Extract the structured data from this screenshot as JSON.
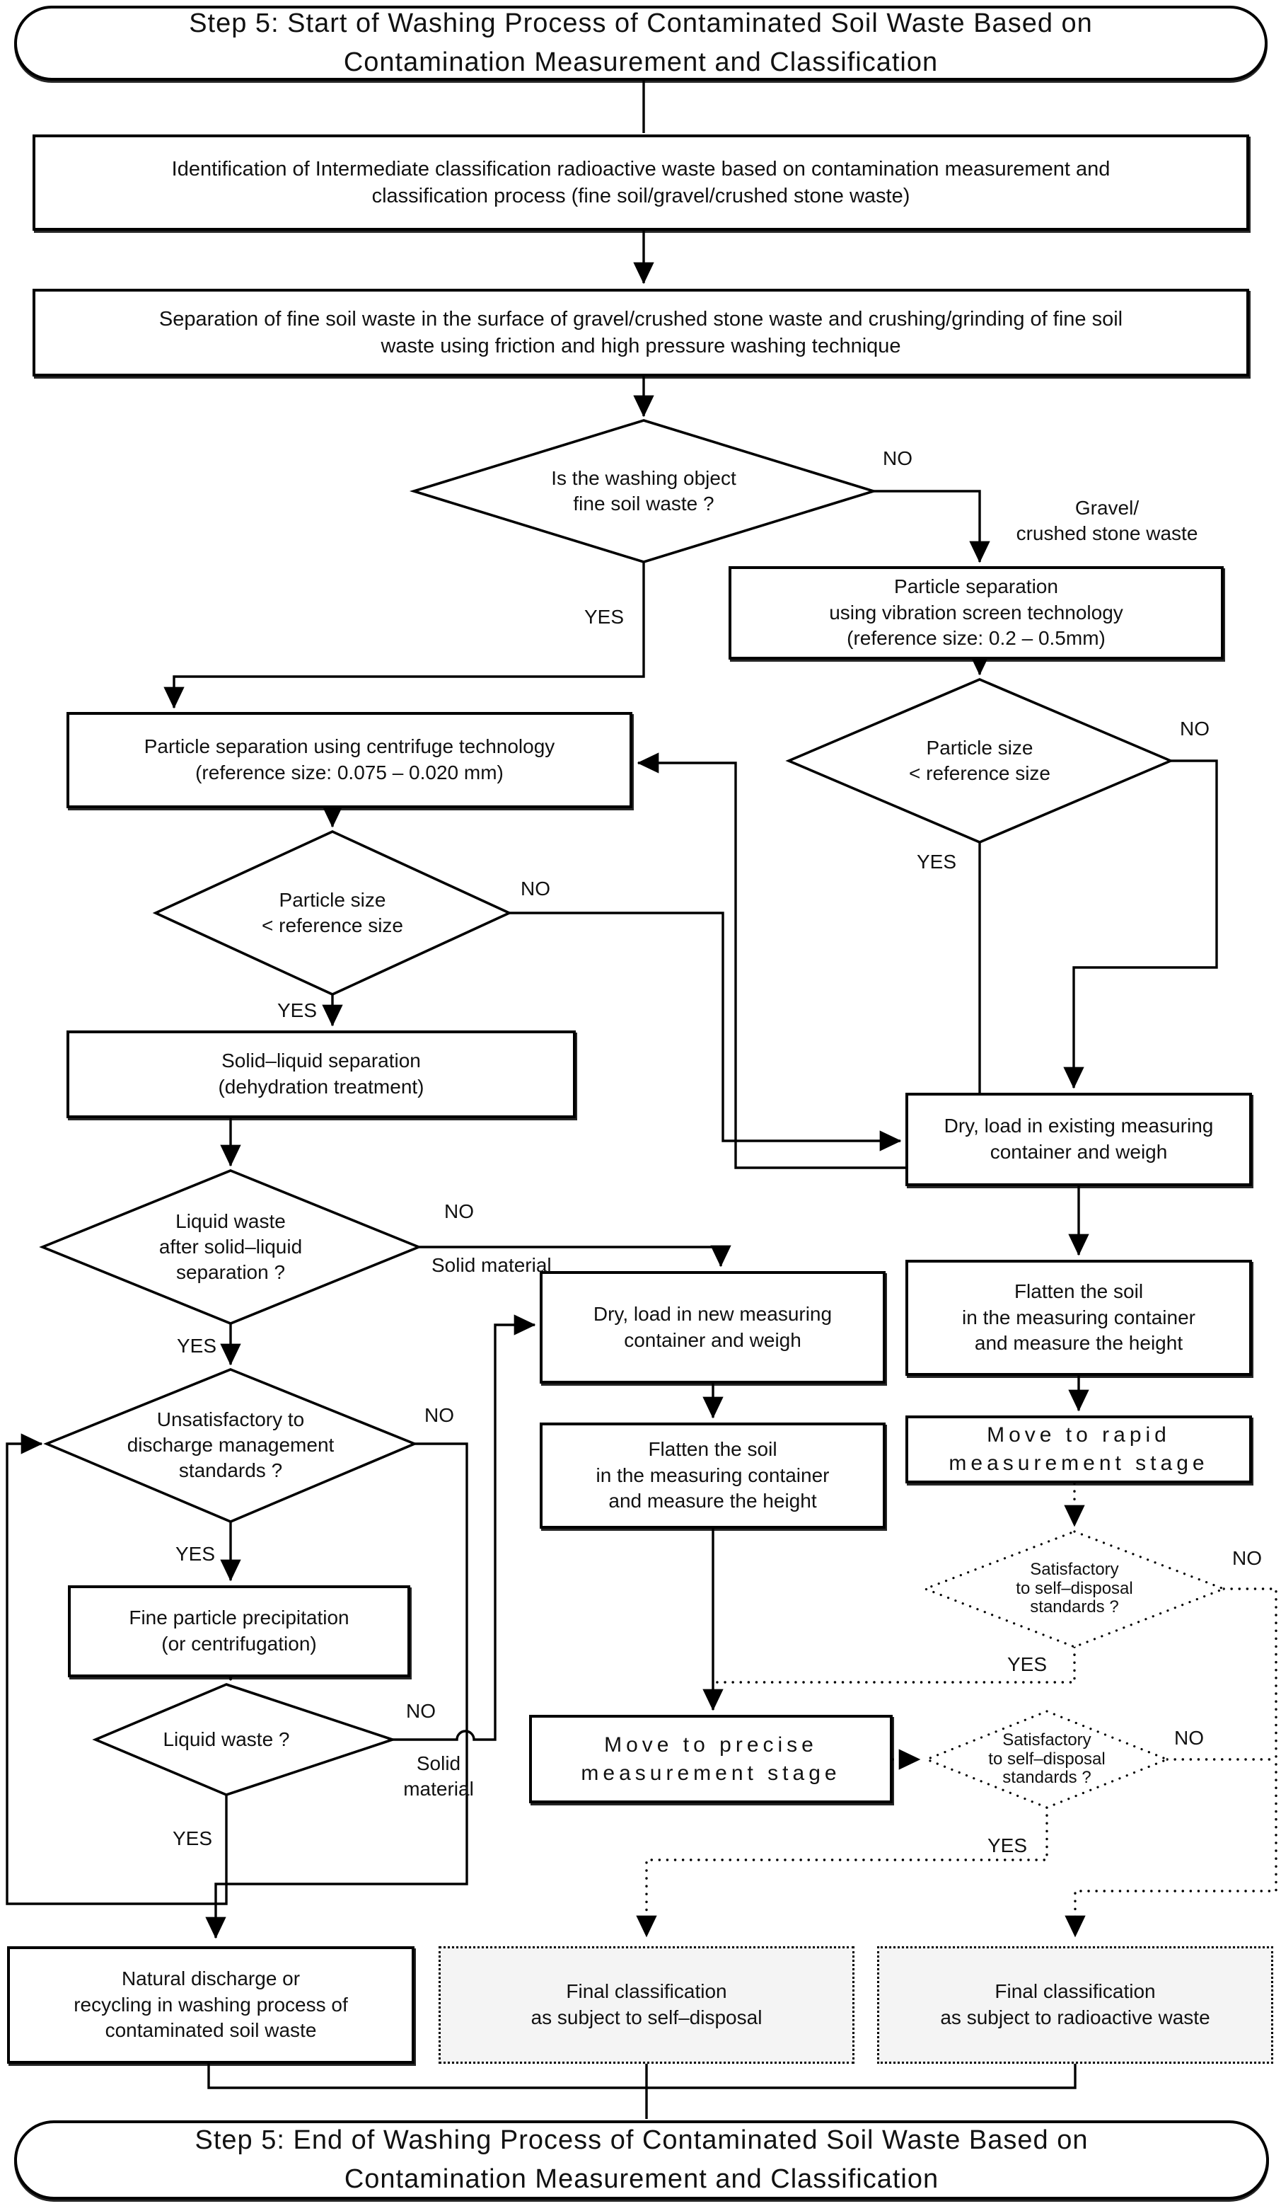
{
  "labels": {
    "yes": "YES",
    "no": "NO"
  },
  "annotations": {
    "gravel": [
      "Gravel/",
      "crushed stone waste"
    ],
    "solid_material": "Solid material",
    "solid_material_stacked": [
      "Solid",
      "material"
    ]
  },
  "terminators": {
    "start": [
      "Step 5: Start of Washing Process of Contaminated Soil Waste Based on",
      "Contamination Measurement and Classification"
    ],
    "end": [
      "Step 5: End of Washing Process of Contaminated Soil Waste Based on",
      "Contamination Measurement and Classification"
    ]
  },
  "processes": {
    "identification": [
      "Identification of Intermediate classification radioactive waste based on contamination measurement and",
      "classification process (fine soil/gravel/crushed stone waste)"
    ],
    "separation": [
      "Separation of fine soil waste in the surface of gravel/crushed stone waste and crushing/grinding of fine soil",
      "waste using friction and high pressure washing technique"
    ],
    "vibration_screen": [
      "Particle separation",
      "using vibration screen technology",
      "(reference size: 0.2 – 0.5mm)"
    ],
    "centrifuge": [
      "Particle separation using centrifuge technology",
      "(reference size: 0.075 – 0.020 mm)"
    ],
    "solid_liquid_separation": [
      "Solid–liquid separation",
      "(dehydration treatment)"
    ],
    "fine_particle_precipitation": [
      "Fine particle precipitation",
      "(or centrifugation)"
    ],
    "dry_load_new": [
      "Dry, load in new measuring",
      "container and weigh"
    ],
    "flatten_soil_mid": [
      "Flatten the soil",
      "in the measuring container",
      "and measure the height"
    ],
    "move_precise": [
      "Move to precise",
      "measurement stage"
    ],
    "dry_load_existing": [
      "Dry, load in existing measuring",
      "container and weigh"
    ],
    "flatten_soil_right": [
      "Flatten the soil",
      "in the measuring container",
      "and measure the height"
    ],
    "move_rapid": [
      "Move to rapid",
      "measurement stage"
    ],
    "natural_discharge": [
      "Natural discharge or",
      "recycling in washing process of",
      "contaminated soil waste"
    ],
    "final_self_disposal": [
      "Final classification",
      "as subject to self–disposal"
    ],
    "final_radioactive": [
      "Final classification",
      "as subject to radioactive waste"
    ]
  },
  "decisions": {
    "is_washing_object": [
      "Is the washing object",
      "fine soil waste ?"
    ],
    "particle_size_screen": [
      "Particle size",
      "< reference size"
    ],
    "particle_size_centrifuge": [
      "Particle size",
      "< reference size"
    ],
    "liquid_waste_after": [
      "Liquid waste",
      "after solid–liquid",
      "separation ?"
    ],
    "unsatisfactory_discharge": [
      "Unsatisfactory to",
      "discharge management",
      "standards ?"
    ],
    "liquid_waste": [
      "Liquid waste ?"
    ],
    "satisfactory_rapid": [
      "Satisfactory",
      "to self–disposal",
      "standards ?"
    ],
    "satisfactory_precise": [
      "Satisfactory",
      "to self–disposal",
      "standards ?"
    ]
  }
}
